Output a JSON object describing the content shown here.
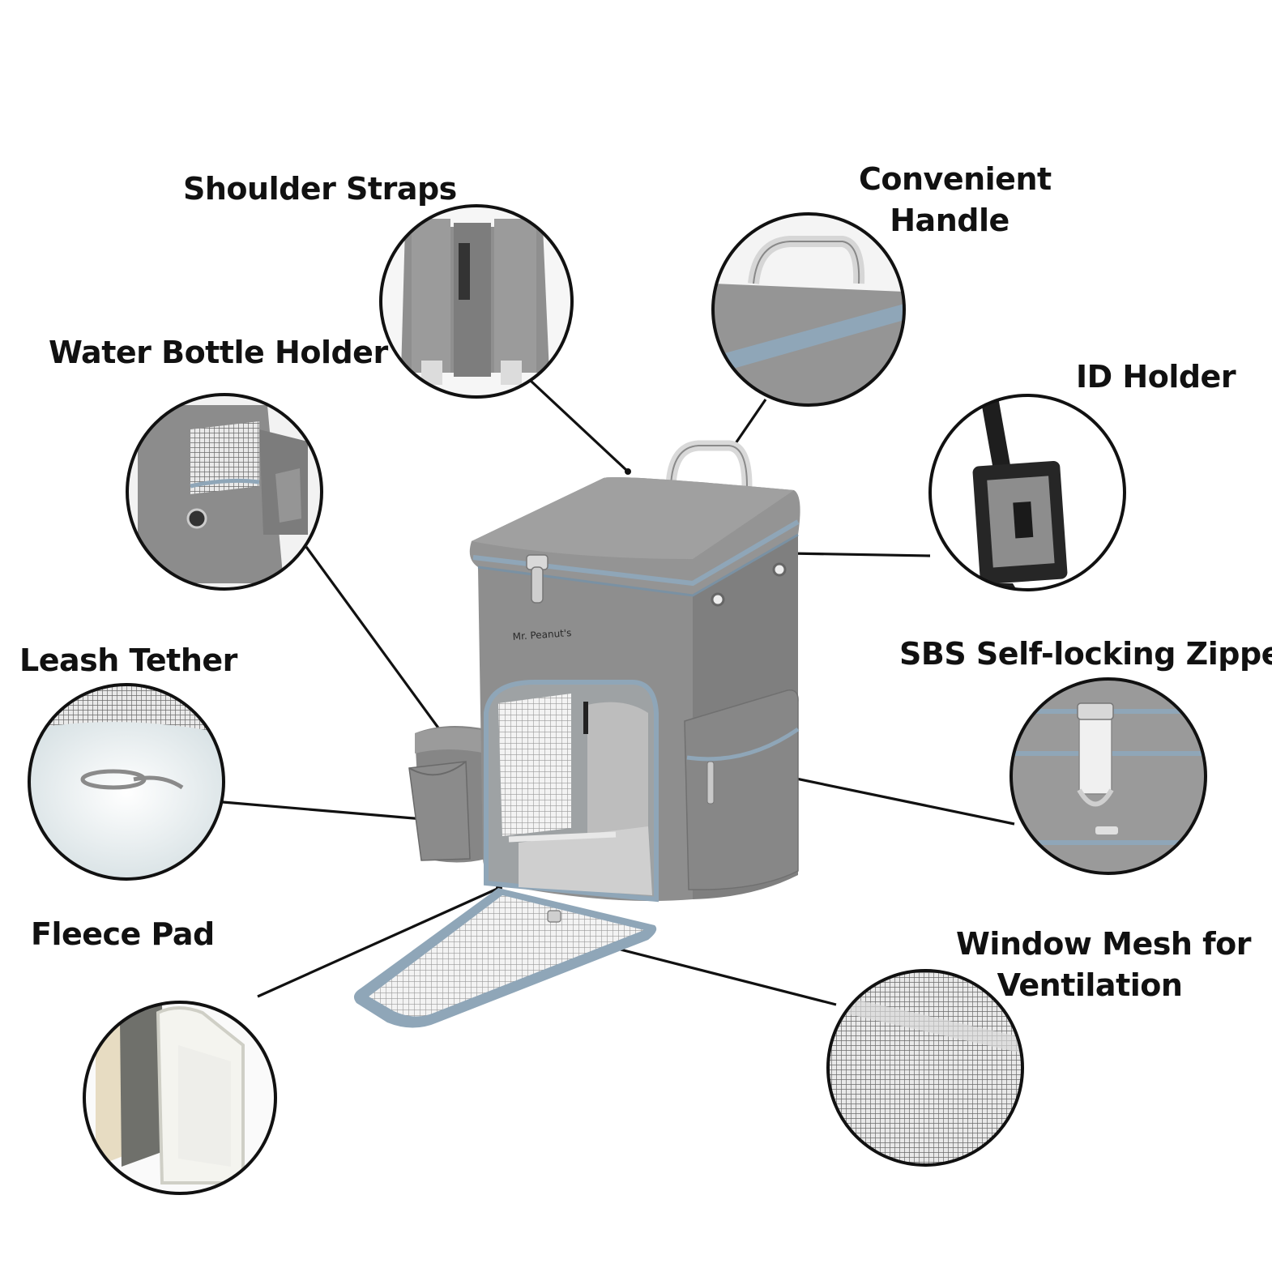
{
  "callouts": {
    "shoulder_straps": "Shoulder Straps",
    "convenient_handle": [
      "Convenient",
      "Handle"
    ],
    "water_bottle_holder": "Water Bottle Holder",
    "id_holder": "ID Holder",
    "leash_tether": "Leash Tether",
    "sbs_zipper": "SBS Self-locking Zipper",
    "fleece_pad": "Fleece Pad",
    "window_mesh": [
      "Window Mesh for",
      "Ventilation"
    ]
  },
  "product": {
    "brand_label": "Mr. Peanut's"
  },
  "colors": {
    "fabric": "#8e8e8e",
    "fabric_dark": "#6f6f6f",
    "zipper_trim": "#8fa6b8",
    "text": "#111111",
    "background": "#ffffff"
  }
}
